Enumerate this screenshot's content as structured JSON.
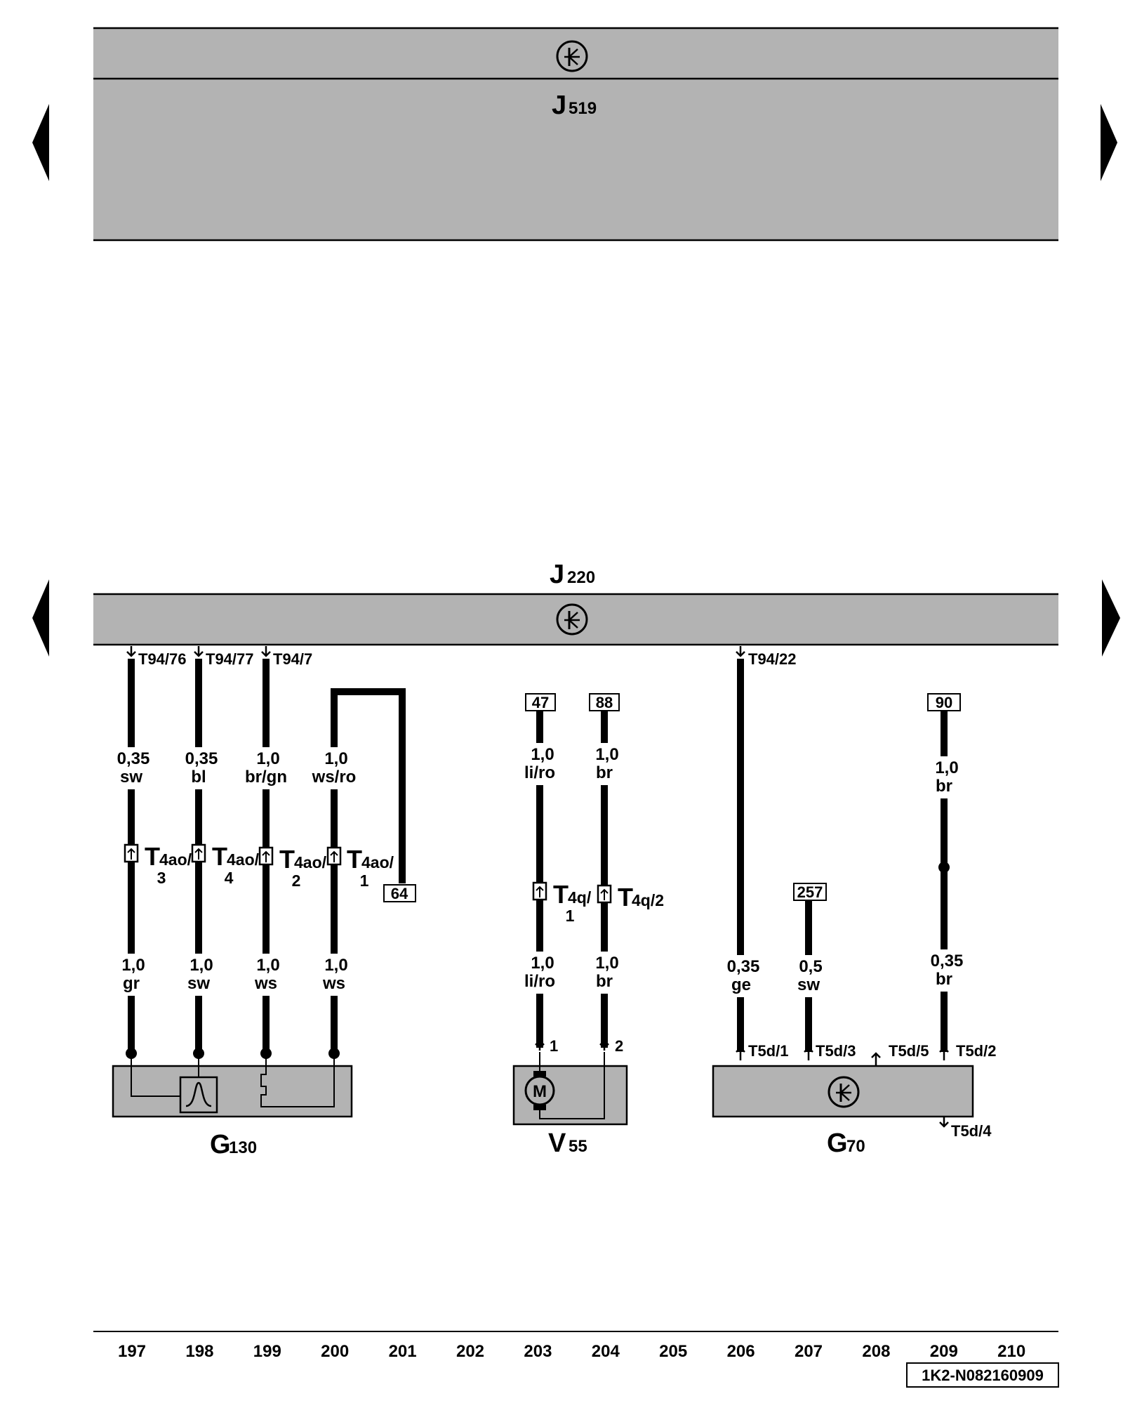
{
  "components": {
    "j519": {
      "letter": "J",
      "number": "519"
    },
    "j220": {
      "letter": "J",
      "number": "220"
    },
    "g130": {
      "letter": "G",
      "number": "130"
    },
    "v55": {
      "letter": "V",
      "number": "55"
    },
    "g70": {
      "letter": "G",
      "number": "70"
    },
    "motor_symbol": "M"
  },
  "pins": {
    "t94_76": "T94/76",
    "t94_77": "T94/77",
    "t94_7": "T94/7",
    "t94_22": "T94/22",
    "t5d_1": "T5d/1",
    "t5d_3": "T5d/3",
    "t5d_5": "T5d/5",
    "t5d_2": "T5d/2",
    "t5d_4": "T5d/4",
    "v55_pin1": "1",
    "v55_pin2": "2"
  },
  "refs": {
    "r47": "47",
    "r88": "88",
    "r90": "90",
    "r257": "257",
    "r64": "64"
  },
  "wires": {
    "w197_top": {
      "size": "0,35",
      "color": "sw"
    },
    "w198_top": {
      "size": "0,35",
      "color": "bl"
    },
    "w199_top": {
      "size": "1,0",
      "color": "br/gn"
    },
    "w200_top": {
      "size": "1,0",
      "color": "ws/ro"
    },
    "w197_bot": {
      "size": "1,0",
      "color": "gr"
    },
    "w198_bot": {
      "size": "1,0",
      "color": "sw"
    },
    "w199_bot": {
      "size": "1,0",
      "color": "ws"
    },
    "w200_bot": {
      "size": "1,0",
      "color": "ws"
    },
    "w203_top": {
      "size": "1,0",
      "color": "li/ro"
    },
    "w204_top": {
      "size": "1,0",
      "color": "br"
    },
    "w203_bot": {
      "size": "1,0",
      "color": "li/ro"
    },
    "w204_bot": {
      "size": "1,0",
      "color": "br"
    },
    "w206": {
      "size": "0,35",
      "color": "ge"
    },
    "w207": {
      "size": "0,5",
      "color": "sw"
    },
    "w209_top": {
      "size": "1,0",
      "color": "br"
    },
    "w209_bot": {
      "size": "0,35",
      "color": "br"
    }
  },
  "connectors": {
    "t4ao_3": {
      "big": "T",
      "sub": "4ao/",
      "pin": "3"
    },
    "t4ao_4": {
      "big": "T",
      "sub": "4ao/",
      "pin": "4"
    },
    "t4ao_2": {
      "big": "T",
      "sub": "4ao/",
      "pin": "2"
    },
    "t4ao_1": {
      "big": "T",
      "sub": "4ao/",
      "pin": "1"
    },
    "t4q_1": {
      "big": "T",
      "sub": "4q/",
      "pin": "1"
    },
    "t4q_2": {
      "big": "T",
      "sub": "4q/2",
      "pin": ""
    }
  },
  "columns": [
    "197",
    "198",
    "199",
    "200",
    "201",
    "202",
    "203",
    "204",
    "205",
    "206",
    "207",
    "208",
    "209",
    "210"
  ],
  "doc_id": "1K2-N082160909",
  "colors": {
    "panel": "#b3b3b3",
    "line": "#000000"
  }
}
